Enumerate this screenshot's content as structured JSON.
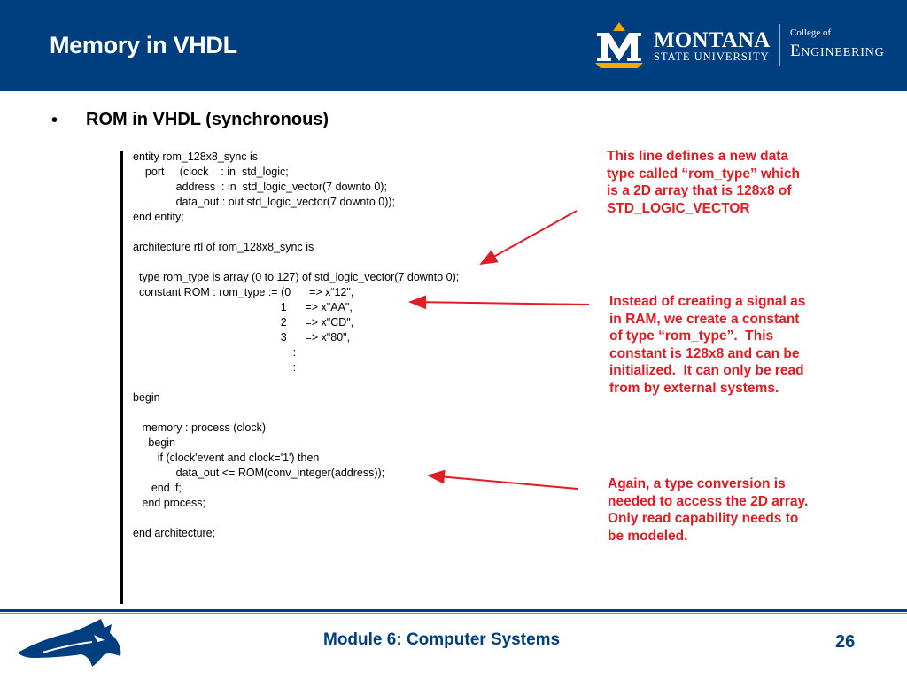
{
  "header": {
    "title": "Memory in VHDL",
    "logo": {
      "name": "MONTANA",
      "subtitle": "STATE UNIVERSITY",
      "college_of": "College of",
      "college": "Engineering"
    }
  },
  "content": {
    "bullet": "•",
    "subtitle": "ROM in VHDL (synchronous)",
    "code_lines": [
      "entity rom_128x8_sync is",
      "    port     (clock    : in  std_logic;",
      "              address  : in  std_logic_vector(7 downto 0);",
      "              data_out : out std_logic_vector(7 downto 0));",
      "end entity;",
      "",
      "architecture rtl of rom_128x8_sync is",
      "",
      "  type rom_type is array (0 to 127) of std_logic_vector(7 downto 0);",
      "  constant ROM : rom_type := (0      => x“12\",",
      "                                                1      => x\"AA\",",
      "                                                2      => x\"CD\",",
      "                                                3      => x\"80\",",
      "                                                    :",
      "                                                    :",
      "",
      "begin",
      "",
      "   memory : process (clock)",
      "     begin",
      "        if (clock'event and clock='1') then",
      "              data_out <= ROM(conv_integer(address));",
      "      end if;",
      "   end process;",
      "",
      "end architecture;"
    ],
    "annotations": [
      "This line defines a new data\ntype called “rom_type” which\nis a 2D array that is 128x8 of\nSTD_LOGIC_VECTOR",
      "Instead of creating a signal as\nin RAM, we create a constant\nof type “rom_type”.  This\nconstant is 128x8 and can be\ninitialized.  It can only be read\nfrom by external systems.",
      "Again, a type conversion is\nneeded to access the 2D array.\nOnly read capability needs to\nbe modeled."
    ]
  },
  "footer": {
    "module": "Module 6: Computer Systems",
    "page_number": "26"
  },
  "colors": {
    "header_blue": "#003f7f",
    "gold": "#f2a900",
    "annotation_red": "#e31b23"
  },
  "icons": [
    "montana-state-m-logo",
    "bobcat-logo"
  ]
}
